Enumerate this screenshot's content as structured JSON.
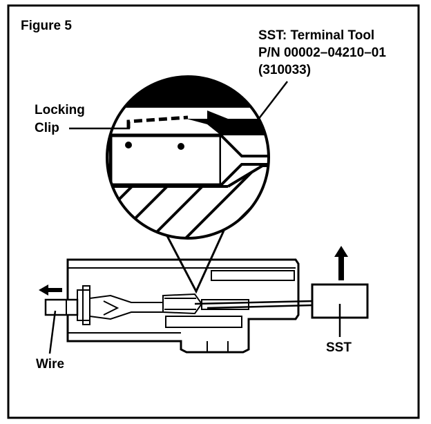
{
  "figure": {
    "title": "Figure 5",
    "tool_label": {
      "line1": "SST: Terminal Tool",
      "line2": "P/N 00002–04210–01",
      "line3": "(310033)"
    },
    "locking_clip_label": {
      "line1": "Locking",
      "line2": "Clip"
    },
    "wire_label": "Wire",
    "sst_label": "SST",
    "colors": {
      "ink": "#000000",
      "paper": "#ffffff"
    },
    "icons": [
      "arrow-up-icon",
      "arrow-left-icon"
    ]
  }
}
